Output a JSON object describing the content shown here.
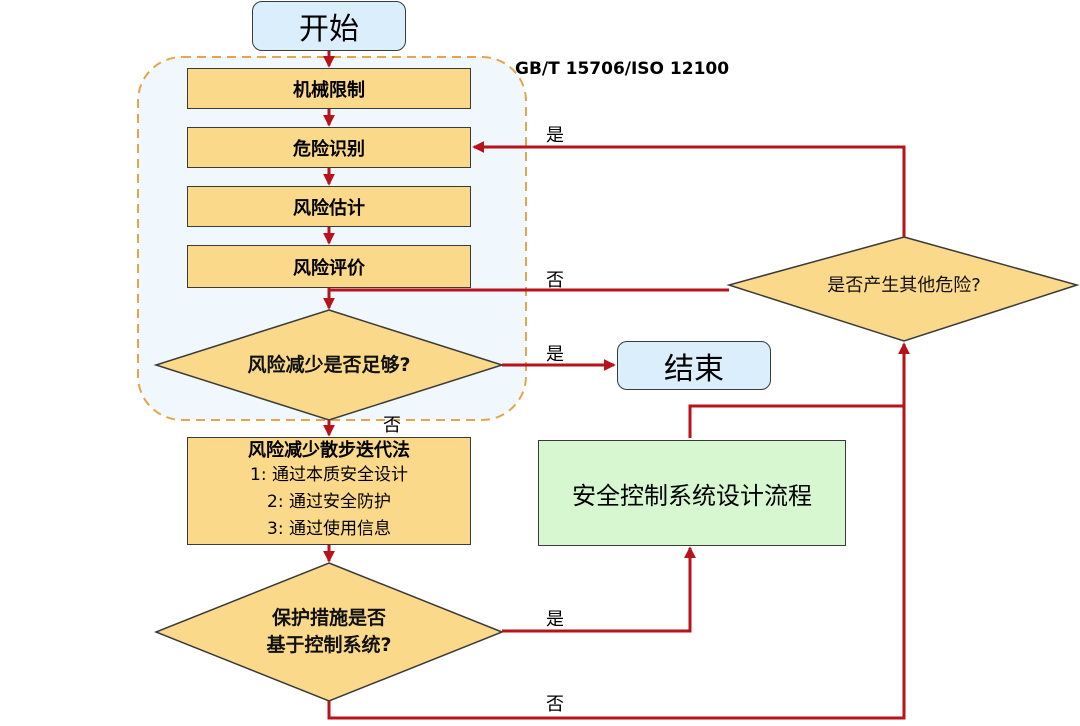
{
  "start": "开始",
  "end": "结束",
  "standard": "GB/T 15706/ISO 12100",
  "steps": [
    "机械限制",
    "危险识别",
    "风险估计",
    "风险评价"
  ],
  "decision_risk": "风险减少是否足够?",
  "iterative": {
    "title": "风险减少散步迭代法",
    "lines": [
      "1: 通过本质安全设计",
      "2: 通过安全防护",
      "3: 通过使用信息"
    ]
  },
  "decision_protect": [
    "保护措施是否",
    "基于控制系统?"
  ],
  "control_design": "安全控制系统设计流程",
  "decision_other": "是否产生其他危险?",
  "labels": {
    "yes": "是",
    "no": "否"
  }
}
